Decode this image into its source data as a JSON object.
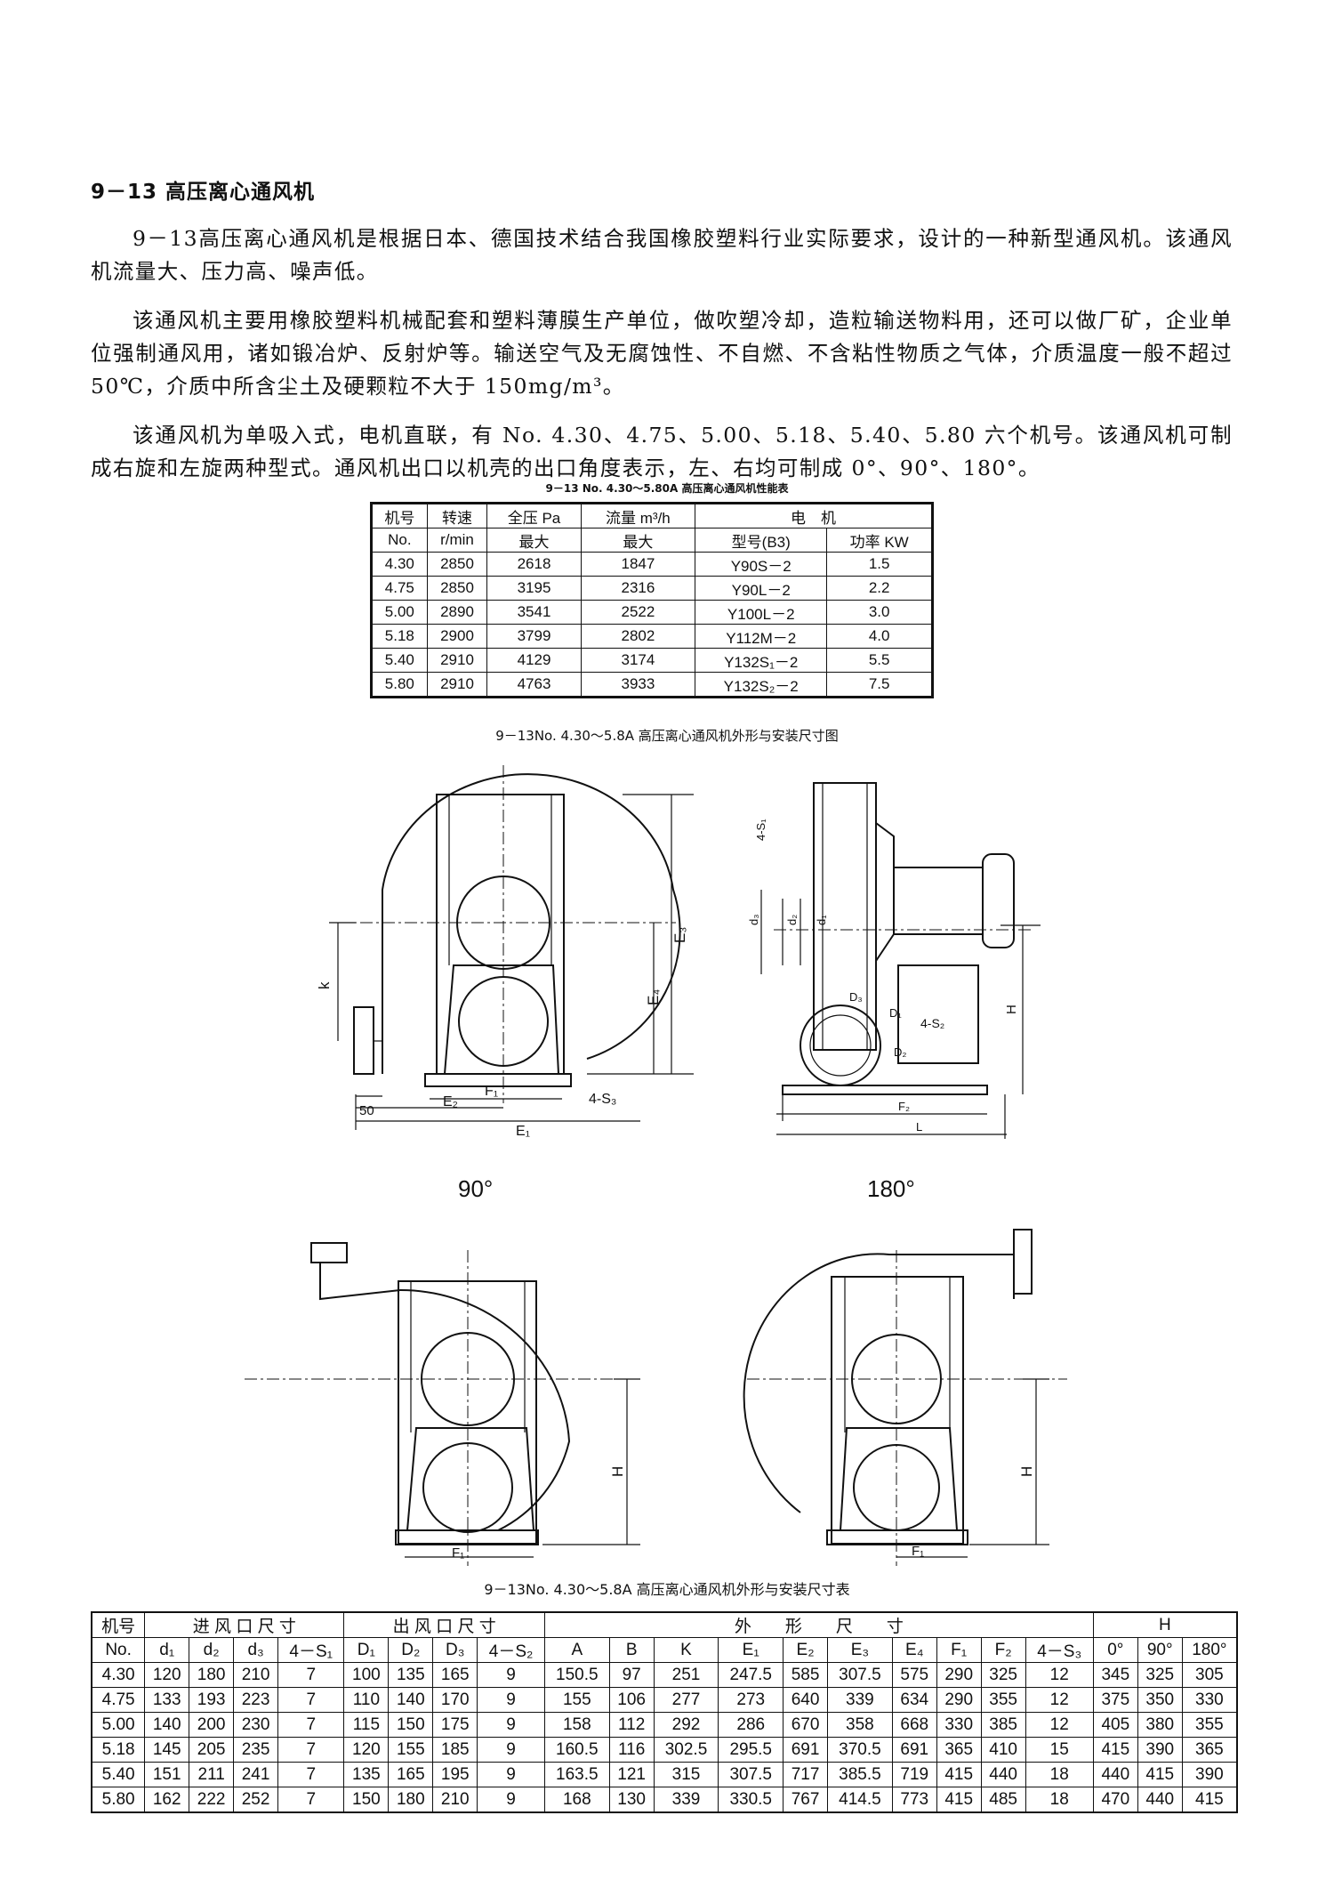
{
  "title": "9－13 高压离心通风机",
  "paragraphs": [
    "9－13高压离心通风机是根据日本、德国技术结合我国橡胶塑料行业实际要求，设计的一种新型通风机。该通风机流量大、压力高、噪声低。",
    "该通风机主要用橡胶塑料机械配套和塑料薄膜生产单位，做吹塑冷却，造粒输送物料用，还可以做厂矿，企业单位强制通风用，诸如锻冶炉、反射炉等。输送空气及无腐蚀性、不自燃、不含粘性物质之气体，介质温度一般不超过 50℃，介质中所含尘土及硬颗粒不大于 150mg/m³。",
    "该通风机为单吸入式，电机直联，有 No. 4.30、4.75、5.00、5.18、5.40、5.80 六个机号。该通风机可制成右旋和左旋两种型式。通风机出口以机壳的出口角度表示，左、右均可制成 0°、90°、180°。"
  ],
  "perf_table": {
    "caption": "9－13 No. 4.30～5.80A 高压离心通风机性能表",
    "header1": [
      "机号",
      "转速",
      "全压 Pa",
      "流量 m³/h",
      "电　机"
    ],
    "header2": [
      "No.",
      "r/min",
      "最大",
      "最大",
      "型号(B3)",
      "功率 KW"
    ],
    "rows": [
      [
        "4.30",
        "2850",
        "2618",
        "1847",
        "Y90S－2",
        "1.5"
      ],
      [
        "4.75",
        "2850",
        "3195",
        "2316",
        "Y90L－2",
        "2.2"
      ],
      [
        "5.00",
        "2890",
        "3541",
        "2522",
        "Y100L－2",
        "3.0"
      ],
      [
        "5.18",
        "2900",
        "3799",
        "2802",
        "Y112M－2",
        "4.0"
      ],
      [
        "5.40",
        "2910",
        "4129",
        "3174",
        "Y132S₁－2",
        "5.5"
      ],
      [
        "5.80",
        "2910",
        "4763",
        "3933",
        "Y132S₂－2",
        "7.5"
      ]
    ]
  },
  "figure": {
    "caption": "9－13No. 4.30～5.8A 高压离心通风机外形与安装尺寸图",
    "labels": {
      "k": "k",
      "e3": "E₃",
      "e4": "E₄",
      "f1": "F₁",
      "e2": "E₂",
      "e1": "E₁",
      "s3": "4-S₃",
      "fifty": "50",
      "s1": "4-S₁",
      "d3": "d₃",
      "d2": "d₂",
      "d1": "d₁",
      "D3": "D₃",
      "D1": "D₁",
      "s2": "4-S₂",
      "D2": "D₂",
      "h": "H",
      "f2": "F₂",
      "l": "L",
      "deg90": "90°",
      "deg180": "180°",
      "h90": "H",
      "f1_90": "F₁",
      "h180": "H",
      "f1_180": "F₁"
    }
  },
  "dim_table": {
    "caption": "9－13No. 4.30～5.8A 高压离心通风机外形与安装尺寸表",
    "header1": [
      "机号",
      "进 风 口 尺 寸",
      "出 风 口 尺 寸",
      "外　　形　　尺　　寸",
      "H"
    ],
    "header2": [
      "No.",
      "d₁",
      "d₂",
      "d₃",
      "4－S₁",
      "D₁",
      "D₂",
      "D₃",
      "4－S₂",
      "A",
      "B",
      "K",
      "E₁",
      "E₂",
      "E₃",
      "E₄",
      "F₁",
      "F₂",
      "4－S₃",
      "0°",
      "90°",
      "180°"
    ],
    "rows": [
      [
        "4.30",
        "120",
        "180",
        "210",
        "7",
        "100",
        "135",
        "165",
        "9",
        "150.5",
        "97",
        "251",
        "247.5",
        "585",
        "307.5",
        "575",
        "290",
        "325",
        "12",
        "345",
        "325",
        "305"
      ],
      [
        "4.75",
        "133",
        "193",
        "223",
        "7",
        "110",
        "140",
        "170",
        "9",
        "155",
        "106",
        "277",
        "273",
        "640",
        "339",
        "634",
        "290",
        "355",
        "12",
        "375",
        "350",
        "330"
      ],
      [
        "5.00",
        "140",
        "200",
        "230",
        "7",
        "115",
        "150",
        "175",
        "9",
        "158",
        "112",
        "292",
        "286",
        "670",
        "358",
        "668",
        "330",
        "385",
        "12",
        "405",
        "380",
        "355"
      ],
      [
        "5.18",
        "145",
        "205",
        "235",
        "7",
        "120",
        "155",
        "185",
        "9",
        "160.5",
        "116",
        "302.5",
        "295.5",
        "691",
        "370.5",
        "691",
        "365",
        "410",
        "15",
        "415",
        "390",
        "365"
      ],
      [
        "5.40",
        "151",
        "211",
        "241",
        "7",
        "135",
        "165",
        "195",
        "9",
        "163.5",
        "121",
        "315",
        "307.5",
        "717",
        "385.5",
        "719",
        "415",
        "440",
        "18",
        "440",
        "415",
        "390"
      ],
      [
        "5.80",
        "162",
        "222",
        "252",
        "7",
        "150",
        "180",
        "210",
        "9",
        "168",
        "130",
        "339",
        "330.5",
        "767",
        "414.5",
        "773",
        "415",
        "485",
        "18",
        "470",
        "440",
        "415"
      ]
    ]
  }
}
